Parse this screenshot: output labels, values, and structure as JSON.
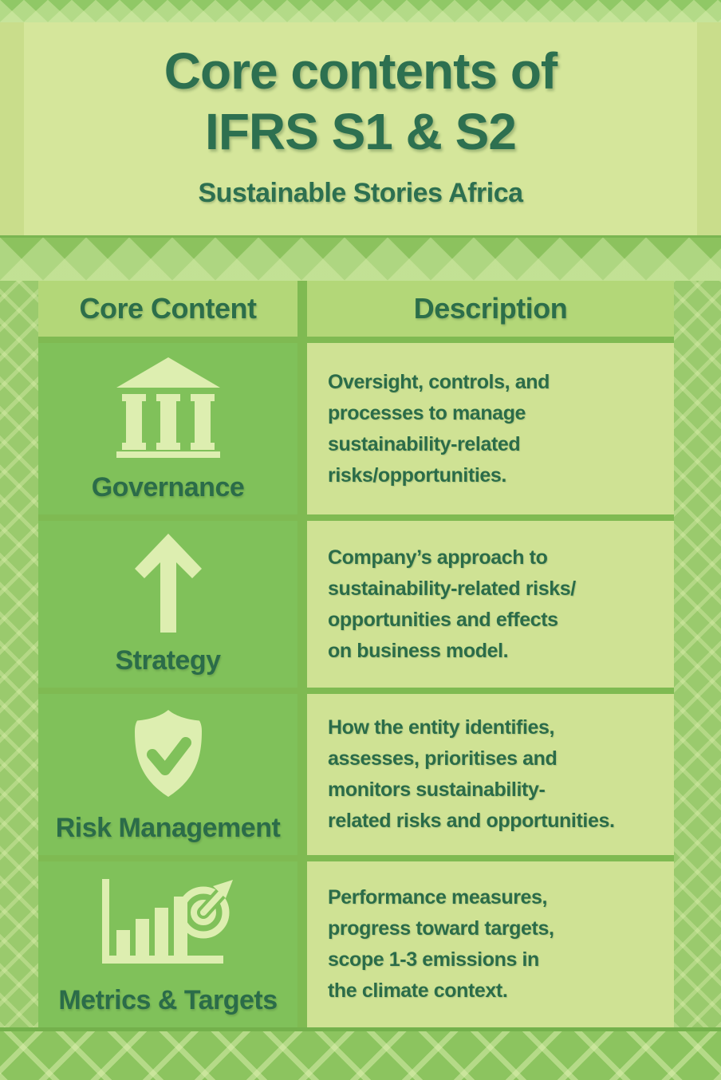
{
  "poster": {
    "title": "Core contents of\nIFRS S1 & S2",
    "subtitle": "Sustainable Stories Africa"
  },
  "table": {
    "headers": {
      "core_content": "Core Content",
      "description": "Description"
    },
    "rows": [
      {
        "icon": "bank-icon",
        "label": "Governance",
        "description": "Oversight, controls, and\nprocesses to manage\nsustainability-related\nrisks/opportunities."
      },
      {
        "icon": "arrow-up-icon",
        "label": "Strategy",
        "description": "Company’s approach to\nsustainability-related risks/\nopportunities and effects\non business model."
      },
      {
        "icon": "shield-check-icon",
        "label": "Risk Management",
        "description": "How the entity identifies,\nassesses, prioritises and\nmonitors sustainability-\nrelated risks and opportunities."
      },
      {
        "icon": "bar-chart-target-icon",
        "label": "Metrics & Targets",
        "description": "Performance measures,\nprogress toward targets,\nscope 1-3 emissions in\nthe climate context."
      }
    ]
  },
  "colors": {
    "title_text": "#2d7050",
    "body_text": "#2b6c49",
    "masthead_bg": "#d5e69b",
    "header_cell_bg": "#b3d778",
    "label_cell_bg": "#80c15a",
    "description_cell_bg": "#cfe294",
    "icon_fill": "#ddeeb0",
    "pattern_green": "#8cc45f"
  }
}
